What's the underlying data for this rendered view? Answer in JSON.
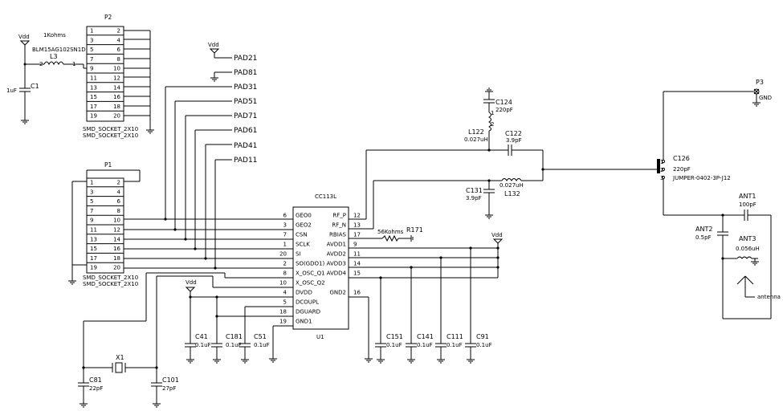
{
  "header": {
    "P2": "P2",
    "P1": "P1",
    "U1": "U1"
  },
  "chip": {
    "title": "CC113L",
    "ref": "U1",
    "left_pins": [
      {
        "num": "6",
        "name": "GEO0"
      },
      {
        "num": "3",
        "name": "GEO2"
      },
      {
        "num": "7",
        "name": "CSN"
      },
      {
        "num": "1",
        "name": "SCLK"
      },
      {
        "num": "20",
        "name": "SI"
      },
      {
        "num": "2",
        "name": "SO(GDO1)"
      },
      {
        "num": "8",
        "name": "X_OSC_Q1"
      },
      {
        "num": "10",
        "name": "X_OSC_Q2"
      },
      {
        "num": "4",
        "name": "DVDD"
      },
      {
        "num": "5",
        "name": "DCOUPL"
      },
      {
        "num": "18",
        "name": "DGUARD"
      },
      {
        "num": "19",
        "name": "GND1"
      }
    ],
    "right_pins": [
      {
        "num": "12",
        "name": "RF_P"
      },
      {
        "num": "13",
        "name": "RF_N"
      },
      {
        "num": "17",
        "name": "RBIAS"
      },
      {
        "num": "9",
        "name": "AVDD1"
      },
      {
        "num": "11",
        "name": "AVDD2"
      },
      {
        "num": "14",
        "name": "AVDD3"
      },
      {
        "num": "15",
        "name": "AVDD4"
      },
      {
        "num": "16",
        "name": "GND2"
      }
    ]
  },
  "connectors": {
    "P2": {
      "ref": "P2",
      "label1": "SMD_SOCKET_2X10",
      "label2": "SMD_SOCKET_2X10",
      "left": [
        "1",
        "3",
        "5",
        "7",
        "9",
        "11",
        "13",
        "15",
        "17",
        "19"
      ],
      "right": [
        "2",
        "4",
        "6",
        "8",
        "10",
        "12",
        "14",
        "16",
        "18",
        "20"
      ]
    },
    "P1": {
      "ref": "P1",
      "label1": "SMD_SOCKET_2X10",
      "label2": "SMD_SOCKET_2X10",
      "left": [
        "1",
        "3",
        "5",
        "7",
        "9",
        "11",
        "13",
        "15",
        "17",
        "19"
      ],
      "right": [
        "2",
        "4",
        "6",
        "8",
        "10",
        "12",
        "14",
        "16",
        "18",
        "20"
      ]
    }
  },
  "pads": [
    "PAD21",
    "PAD81",
    "PAD31",
    "PAD51",
    "PAD71",
    "PAD61",
    "PAD41",
    "PAD11"
  ],
  "labels": {
    "vdd": "Vdd",
    "l3_value": "1Kohms",
    "l3_part": "BLM15AG102SN1D",
    "l3_ref": "L3",
    "l3_pin2": "2",
    "l3_pin1": "1",
    "c1_ref": "C1",
    "c1_val": "1uF",
    "c124_ref": "C124",
    "c124_val": "220pF",
    "l122_ref": "L122",
    "l122_val": "0.027uH",
    "c122_ref": "C122",
    "c122_val": "3.9pF",
    "l132_val": "0.027uH",
    "l132_ref": "L132",
    "c131_ref": "C131",
    "c131_val": "3.9pF",
    "r171_ref": "R171",
    "r171_val": "56Kohms",
    "c126_ref": "C126",
    "c126_val": "220pF",
    "jumper": "JUMPER-0402-3P-J12",
    "p3_ref": "P3",
    "p3_gnd": "GND",
    "ant1_ref": "ANT1",
    "ant1_val": "100pF",
    "ant2_ref": "ANT2",
    "ant2_val": "0.5pF",
    "ant3_ref": "ANT3",
    "ant3_val": "0.056uH",
    "antenna": "antenna",
    "x1_ref": "X1",
    "c81_ref": "C81",
    "c81_val": "22pF",
    "c101_ref": "C101",
    "c101_val": "27pF",
    "c41_ref": "C41",
    "c41_val": "0.1uF",
    "c181_ref": "C181",
    "c181_val": "0.1uF",
    "c51_ref": "C51",
    "c51_val": "0.1uF",
    "c151_ref": "C151",
    "c151_val": "0.1uF",
    "c141_ref": "C141",
    "c141_val": "0.1uF",
    "c111_ref": "C111",
    "c111_val": "0.1uF",
    "c91_ref": "C91",
    "c91_val": "0.1uF",
    "pin_1": "1",
    "pin_2": "2",
    "pin_3": "3"
  }
}
